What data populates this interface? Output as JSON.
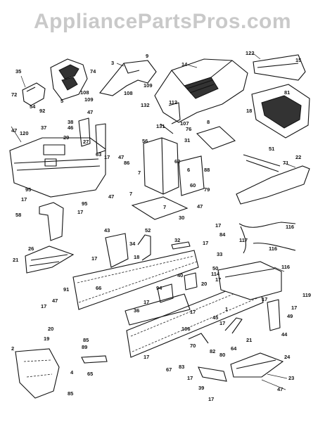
{
  "watermark": "AppliancePartsPros.com",
  "callouts": [
    {
      "id": "c3",
      "text": "3"
    },
    {
      "id": "c9",
      "text": "9"
    },
    {
      "id": "c14",
      "text": "14"
    },
    {
      "id": "c122",
      "text": "122"
    },
    {
      "id": "c15",
      "text": "15"
    },
    {
      "id": "c35",
      "text": "35"
    },
    {
      "id": "c72",
      "text": "72"
    },
    {
      "id": "c54",
      "text": "54"
    },
    {
      "id": "c92",
      "text": "92"
    },
    {
      "id": "c5",
      "text": "5"
    },
    {
      "id": "c74",
      "text": "74"
    },
    {
      "id": "c108a",
      "text": "108"
    },
    {
      "id": "c109a",
      "text": "109"
    },
    {
      "id": "c108b",
      "text": "108"
    },
    {
      "id": "c109b",
      "text": "109"
    },
    {
      "id": "c132",
      "text": "132"
    },
    {
      "id": "c81",
      "text": "81"
    },
    {
      "id": "c18",
      "text": "18"
    },
    {
      "id": "c47a",
      "text": "47"
    },
    {
      "id": "c38",
      "text": "38"
    },
    {
      "id": "c46",
      "text": "46"
    },
    {
      "id": "c29",
      "text": "29"
    },
    {
      "id": "c27",
      "text": "27"
    },
    {
      "id": "c112",
      "text": "112"
    },
    {
      "id": "c131",
      "text": "131"
    },
    {
      "id": "c107",
      "text": "107"
    },
    {
      "id": "c76",
      "text": "76"
    },
    {
      "id": "c8",
      "text": "8"
    },
    {
      "id": "c47b",
      "text": "47"
    },
    {
      "id": "c120",
      "text": "120"
    },
    {
      "id": "c37",
      "text": "37"
    },
    {
      "id": "c56",
      "text": "56"
    },
    {
      "id": "c31",
      "text": "31"
    },
    {
      "id": "c63",
      "text": "63"
    },
    {
      "id": "c17a",
      "text": "17"
    },
    {
      "id": "c88",
      "text": "88"
    },
    {
      "id": "c51",
      "text": "51"
    },
    {
      "id": "c22",
      "text": "22"
    },
    {
      "id": "c47c",
      "text": "47"
    },
    {
      "id": "c86",
      "text": "86"
    },
    {
      "id": "c62",
      "text": "62"
    },
    {
      "id": "c6",
      "text": "6"
    },
    {
      "id": "c71",
      "text": "71"
    },
    {
      "id": "c7a",
      "text": "7"
    },
    {
      "id": "c60",
      "text": "60"
    },
    {
      "id": "c79",
      "text": "79"
    },
    {
      "id": "c95a",
      "text": "95"
    },
    {
      "id": "c47d",
      "text": "47"
    },
    {
      "id": "c17b",
      "text": "17"
    },
    {
      "id": "c7b",
      "text": "7"
    },
    {
      "id": "c95b",
      "text": "95"
    },
    {
      "id": "c7c",
      "text": "7"
    },
    {
      "id": "c47e",
      "text": "47"
    },
    {
      "id": "c58",
      "text": "58"
    },
    {
      "id": "c17c",
      "text": "17"
    },
    {
      "id": "c30",
      "text": "30"
    },
    {
      "id": "c17d",
      "text": "17"
    },
    {
      "id": "c84",
      "text": "84"
    },
    {
      "id": "c116a",
      "text": "116"
    },
    {
      "id": "c43",
      "text": "43"
    },
    {
      "id": "c52",
      "text": "52"
    },
    {
      "id": "c34",
      "text": "34"
    },
    {
      "id": "c32",
      "text": "32"
    },
    {
      "id": "c17e",
      "text": "17"
    },
    {
      "id": "c117",
      "text": "117"
    },
    {
      "id": "c116b",
      "text": "116"
    },
    {
      "id": "c33",
      "text": "33"
    },
    {
      "id": "c26",
      "text": "26"
    },
    {
      "id": "c21a",
      "text": "21"
    },
    {
      "id": "c17f",
      "text": "17"
    },
    {
      "id": "c18b",
      "text": "18"
    },
    {
      "id": "c50",
      "text": "50"
    },
    {
      "id": "c116c",
      "text": "116"
    },
    {
      "id": "c114",
      "text": "114"
    },
    {
      "id": "c17g",
      "text": "17"
    },
    {
      "id": "c40",
      "text": "40"
    },
    {
      "id": "c20a",
      "text": "20"
    },
    {
      "id": "c66",
      "text": "66"
    },
    {
      "id": "c91",
      "text": "91"
    },
    {
      "id": "c47f",
      "text": "47"
    },
    {
      "id": "c94",
      "text": "94"
    },
    {
      "id": "c119",
      "text": "119"
    },
    {
      "id": "c17h",
      "text": "17"
    },
    {
      "id": "c36",
      "text": "36"
    },
    {
      "id": "c1",
      "text": "1"
    },
    {
      "id": "c17i",
      "text": "17"
    },
    {
      "id": "c17j",
      "text": "17"
    },
    {
      "id": "c17k",
      "text": "17"
    },
    {
      "id": "c17l",
      "text": "17"
    },
    {
      "id": "c49",
      "text": "49"
    },
    {
      "id": "c20b",
      "text": "20"
    },
    {
      "id": "c19",
      "text": "19"
    },
    {
      "id": "c106",
      "text": "106"
    },
    {
      "id": "c45",
      "text": "45"
    },
    {
      "id": "c17m",
      "text": "17"
    },
    {
      "id": "c44",
      "text": "44"
    },
    {
      "id": "c85",
      "text": "85"
    },
    {
      "id": "c89",
      "text": "89"
    },
    {
      "id": "c70",
      "text": "70"
    },
    {
      "id": "c82",
      "text": "82"
    },
    {
      "id": "c80",
      "text": "80"
    },
    {
      "id": "c64",
      "text": "64"
    },
    {
      "id": "c21b",
      "text": "21"
    },
    {
      "id": "c2",
      "text": "2"
    },
    {
      "id": "c65",
      "text": "65"
    },
    {
      "id": "c17n",
      "text": "17"
    },
    {
      "id": "c67",
      "text": "67"
    },
    {
      "id": "c83",
      "text": "83"
    },
    {
      "id": "c17o",
      "text": "17"
    },
    {
      "id": "c24",
      "text": "24"
    },
    {
      "id": "c4",
      "text": "4"
    },
    {
      "id": "c85b",
      "text": "85"
    },
    {
      "id": "c39",
      "text": "39"
    },
    {
      "id": "c17p",
      "text": "17"
    },
    {
      "id": "c23",
      "text": "23"
    },
    {
      "id": "c47g",
      "text": "47"
    }
  ]
}
